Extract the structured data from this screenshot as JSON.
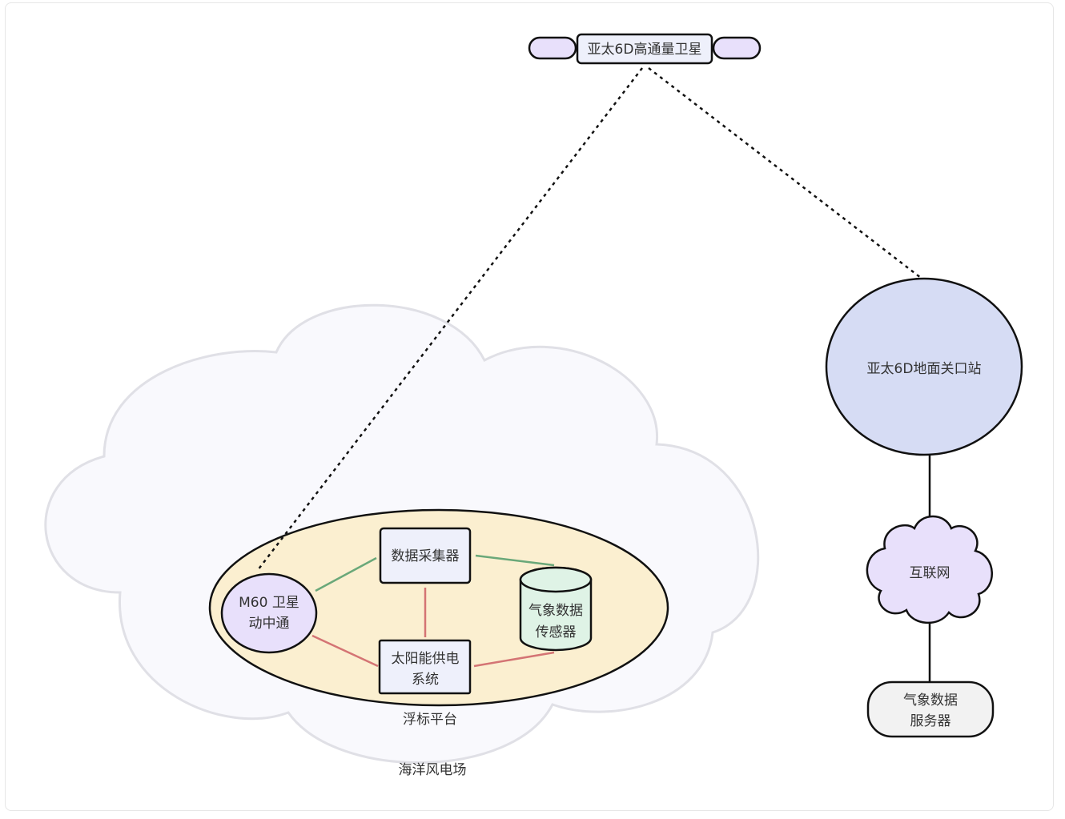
{
  "diagram": {
    "satellite": "亚太6D高通量卫星",
    "gateway": "亚太6D地面关口站",
    "internet": "互联网",
    "weather_server": [
      "气象数据",
      "服务器"
    ],
    "wind_farm": "海洋风电场",
    "buoy_platform": "浮标平台",
    "m60_terminal": [
      "M60 卫星",
      "动中通"
    ],
    "data_collector": "数据采集器",
    "solar_power": [
      "太阳能供电",
      "系统"
    ],
    "weather_sensor": [
      "气象数据",
      "传感器"
    ]
  },
  "colors": {
    "cloud_fill": "#f9f9fd",
    "cloud_stroke": "#e0e0e6",
    "buoy_fill": "#fbefd0",
    "purple_fill": "#e8e0fb",
    "gateway_fill": "#d6dcf4",
    "box_fill": "#eef0fb",
    "cylinder_fill": "#dff3e6",
    "server_fill": "#f2f2f2",
    "green_link": "#6aa879",
    "red_link": "#d47474"
  }
}
